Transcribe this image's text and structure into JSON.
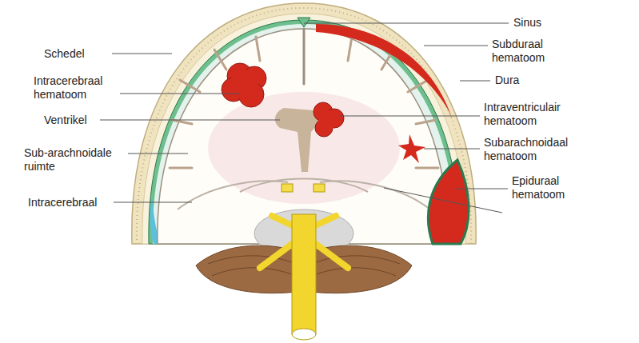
{
  "diagram": {
    "labels": [
      "Sinus",
      "Schedel",
      "Subduraal hematoom",
      "Intracerebraal hematoom",
      "Dura",
      "Ventrikel",
      "Intraventriculair hematoom",
      "Sub-arachnoidale ruimte",
      "Subarachnoidaal hematoom",
      "Intracerebraal",
      "Epiduraal hematoom"
    ]
  }
}
